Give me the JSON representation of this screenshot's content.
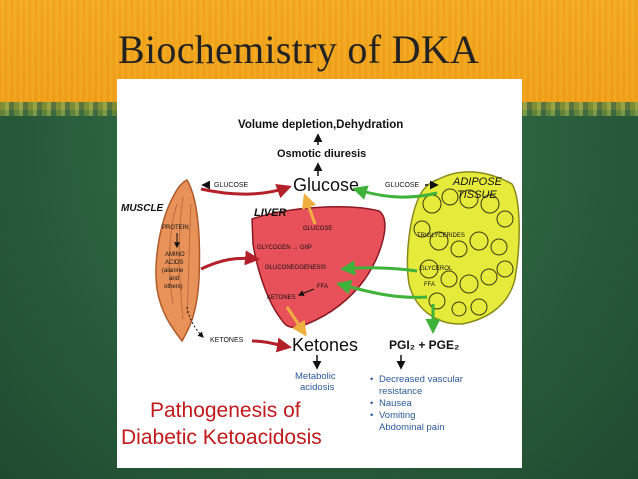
{
  "slide": {
    "title": "Biochemistry of DKA"
  },
  "diagram": {
    "volume_label": "Volume depletion,Dehydration",
    "osmotic_label": "Osmotic diuresis",
    "glucose_main": "Glucose",
    "glucose_left": "GLUCOSE",
    "glucose_right": "GLUCOSE",
    "adipose_label_1": "ADIPOSE",
    "adipose_label_2": "TISSUE",
    "muscle_label": "MUSCLE",
    "liver_label": "LIVER",
    "liver_glucose": "GLUCOSE",
    "glycogen_label": "GLYCOGEN → G6P",
    "gluconeogenesis_label": "GLUCONEOGENESIS",
    "ffa_liver": "FFA",
    "ketones_liver": "KETONES",
    "protein_label": "PROTEIN",
    "amino_lines": [
      "AMINO",
      "ACIDS",
      "(alanine",
      "and",
      "others)"
    ],
    "triglycerides_label": "TRIGLYCERIDES",
    "glycerol_label": "GLYCEROL",
    "ffa_adipose": "FFA",
    "ketones_left": "KETONES",
    "ketones_main": "Ketones",
    "pgi_label": "PGI₂ + PGE₂",
    "metabolic_lines": [
      "Metabolic",
      "acidosis"
    ],
    "effects": [
      "Decreased vascular",
      "resistance",
      "Nausea",
      "Vomiting",
      "Abdominal pain"
    ],
    "caption_lines": [
      "Pathogenesis of",
      "Diabetic Ketoacidosis"
    ]
  }
}
